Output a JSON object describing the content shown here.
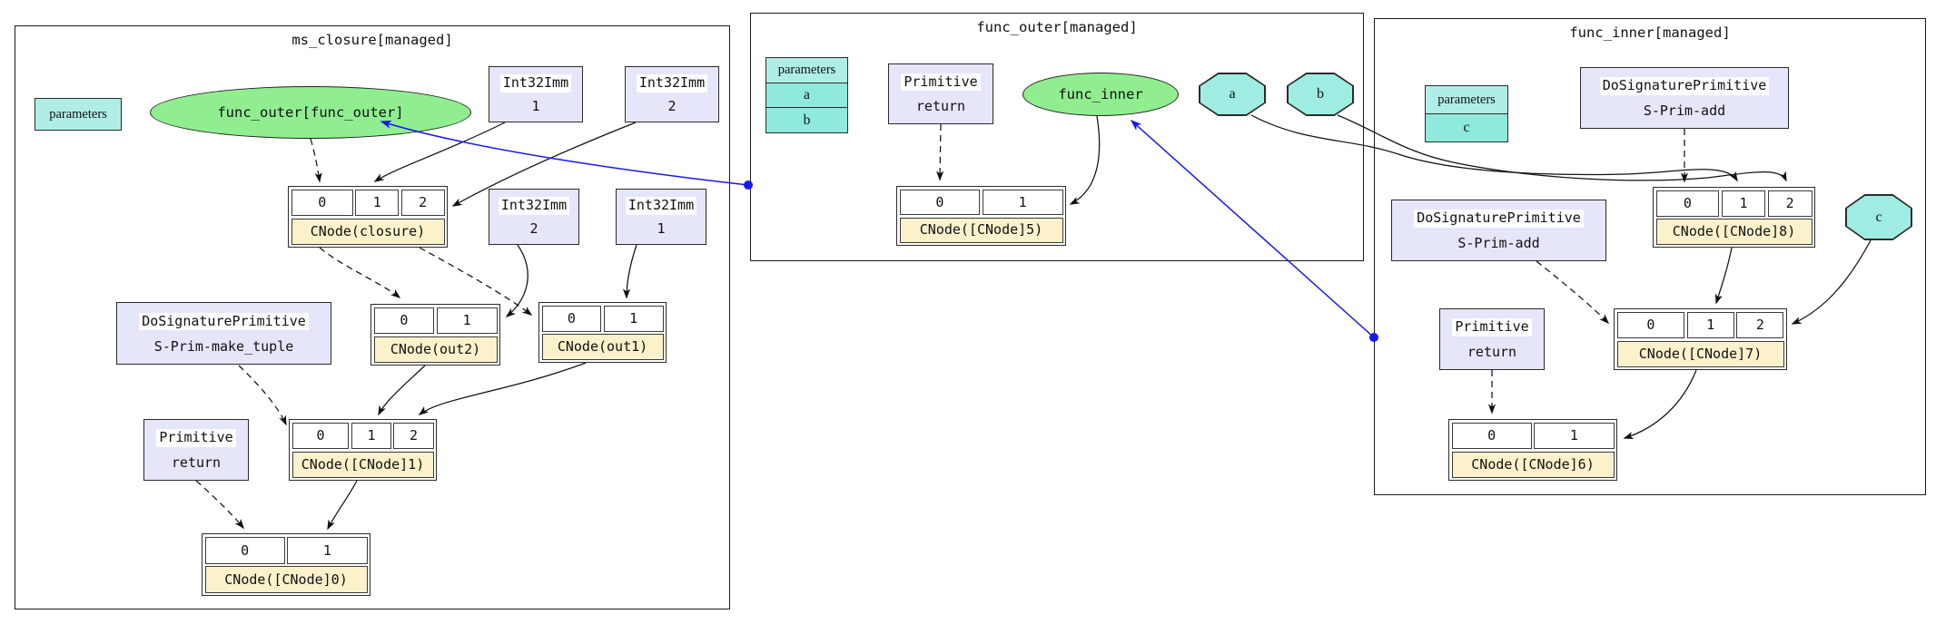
{
  "clusters": [
    {
      "id": "ms_closure",
      "title": "ms_closure[managed]"
    },
    {
      "id": "func_outer",
      "title": "func_outer[managed]"
    },
    {
      "id": "func_inner",
      "title": "func_inner[managed]"
    }
  ],
  "colors": {
    "function_ellipse": "#90EE90",
    "primitive_box": "#E6E6FA",
    "parameter_octagon": "#9FEDE2",
    "parameters_header": "#AFEEE6",
    "parameters_row": "#8FE9DC",
    "record_label_bg": "#FBF2CC",
    "edge_black": "#111111",
    "edge_blue": "#1717EF"
  },
  "nodes": [
    {
      "id": "params_ms",
      "cluster": "ms_closure",
      "kind": "params",
      "rows": [
        "parameters"
      ]
    },
    {
      "id": "ell_fo",
      "cluster": "ms_closure",
      "kind": "ellipse",
      "label": "func_outer[func_outer]"
    },
    {
      "id": "imm1a",
      "cluster": "ms_closure",
      "kind": "box",
      "title": "Int32Imm",
      "value": "1"
    },
    {
      "id": "imm2a",
      "cluster": "ms_closure",
      "kind": "box",
      "title": "Int32Imm",
      "value": "2"
    },
    {
      "id": "closure",
      "cluster": "ms_closure",
      "kind": "record",
      "cells": [
        "0",
        "1",
        "2"
      ],
      "label": "CNode(closure)"
    },
    {
      "id": "imm2b",
      "cluster": "ms_closure",
      "kind": "box",
      "title": "Int32Imm",
      "value": "2"
    },
    {
      "id": "imm1b",
      "cluster": "ms_closure",
      "kind": "box",
      "title": "Int32Imm",
      "value": "1"
    },
    {
      "id": "maketuple",
      "cluster": "ms_closure",
      "kind": "box",
      "title": "DoSignaturePrimitive",
      "value": "S-Prim-make_tuple"
    },
    {
      "id": "out2",
      "cluster": "ms_closure",
      "kind": "record",
      "cells": [
        "0",
        "1"
      ],
      "label": "CNode(out2)"
    },
    {
      "id": "out1",
      "cluster": "ms_closure",
      "kind": "record",
      "cells": [
        "0",
        "1"
      ],
      "label": "CNode(out1)"
    },
    {
      "id": "ret_ms",
      "cluster": "ms_closure",
      "kind": "box",
      "title": "Primitive",
      "value": "return"
    },
    {
      "id": "c1",
      "cluster": "ms_closure",
      "kind": "record",
      "cells": [
        "0",
        "1",
        "2"
      ],
      "label": "CNode([CNode]1)"
    },
    {
      "id": "c0",
      "cluster": "ms_closure",
      "kind": "record",
      "cells": [
        "0",
        "1"
      ],
      "label": "CNode([CNode]0)"
    },
    {
      "id": "params_fo",
      "cluster": "func_outer",
      "kind": "params",
      "rows": [
        "parameters",
        "a",
        "b"
      ]
    },
    {
      "id": "ret_fo",
      "cluster": "func_outer",
      "kind": "box",
      "title": "Primitive",
      "value": "return"
    },
    {
      "id": "ell_fi",
      "cluster": "func_outer",
      "kind": "ellipse",
      "label": "func_inner"
    },
    {
      "id": "oct_a",
      "cluster": "func_outer",
      "kind": "octagon",
      "label": "a"
    },
    {
      "id": "oct_b",
      "cluster": "func_outer",
      "kind": "octagon",
      "label": "b"
    },
    {
      "id": "c5",
      "cluster": "func_outer",
      "kind": "record",
      "cells": [
        "0",
        "1"
      ],
      "label": "CNode([CNode]5)"
    },
    {
      "id": "params_fi",
      "cluster": "func_inner",
      "kind": "params",
      "rows": [
        "parameters",
        "c"
      ]
    },
    {
      "id": "add1",
      "cluster": "func_inner",
      "kind": "box",
      "title": "DoSignaturePrimitive",
      "value": "S-Prim-add"
    },
    {
      "id": "c8",
      "cluster": "func_inner",
      "kind": "record",
      "cells": [
        "0",
        "1",
        "2"
      ],
      "label": "CNode([CNode]8)"
    },
    {
      "id": "oct_c",
      "cluster": "func_inner",
      "kind": "octagon",
      "label": "c"
    },
    {
      "id": "add2",
      "cluster": "func_inner",
      "kind": "box",
      "title": "DoSignaturePrimitive",
      "value": "S-Prim-add"
    },
    {
      "id": "ret_fi",
      "cluster": "func_inner",
      "kind": "box",
      "title": "Primitive",
      "value": "return"
    },
    {
      "id": "c7",
      "cluster": "func_inner",
      "kind": "record",
      "cells": [
        "0",
        "1",
        "2"
      ],
      "label": "CNode([CNode]7)"
    },
    {
      "id": "c6",
      "cluster": "func_inner",
      "kind": "record",
      "cells": [
        "0",
        "1"
      ],
      "label": "CNode([CNode]6)"
    }
  ],
  "edges": [
    {
      "from": "ell_fo",
      "to": "closure.0",
      "style": "dashed",
      "color": "black"
    },
    {
      "from": "imm1a",
      "to": "closure.1",
      "style": "solid",
      "color": "black"
    },
    {
      "from": "imm2a",
      "to": "closure.2",
      "style": "solid",
      "color": "black"
    },
    {
      "from": "closure",
      "to": "out2.0",
      "style": "dashed",
      "color": "black"
    },
    {
      "from": "closure",
      "to": "out1.0",
      "style": "dashed",
      "color": "black"
    },
    {
      "from": "imm2b",
      "to": "out2.1",
      "style": "solid",
      "color": "black"
    },
    {
      "from": "imm1b",
      "to": "out1.1",
      "style": "solid",
      "color": "black"
    },
    {
      "from": "maketuple",
      "to": "c1.0",
      "style": "dashed",
      "color": "black"
    },
    {
      "from": "out2",
      "to": "c1.1",
      "style": "solid",
      "color": "black"
    },
    {
      "from": "out1",
      "to": "c1.2",
      "style": "solid",
      "color": "black"
    },
    {
      "from": "ret_ms",
      "to": "c0.0",
      "style": "dashed",
      "color": "black"
    },
    {
      "from": "c1",
      "to": "c0.1",
      "style": "solid",
      "color": "black"
    },
    {
      "from": "ret_fo",
      "to": "c5.0",
      "style": "dashed",
      "color": "black"
    },
    {
      "from": "ell_fi",
      "to": "c5.1",
      "style": "solid",
      "color": "black"
    },
    {
      "from": "oct_a",
      "to": "c8.1",
      "style": "solid",
      "color": "black"
    },
    {
      "from": "oct_b",
      "to": "c8.2",
      "style": "solid",
      "color": "black"
    },
    {
      "from": "add1",
      "to": "c8.0",
      "style": "dashed",
      "color": "black"
    },
    {
      "from": "c8",
      "to": "c7.1",
      "style": "solid",
      "color": "black"
    },
    {
      "from": "oct_c",
      "to": "c7.2",
      "style": "solid",
      "color": "black"
    },
    {
      "from": "add2",
      "to": "c7.0",
      "style": "dashed",
      "color": "black"
    },
    {
      "from": "ret_fi",
      "to": "c6.0",
      "style": "dashed",
      "color": "black"
    },
    {
      "from": "c7",
      "to": "c6.1",
      "style": "solid",
      "color": "black"
    },
    {
      "from": "cluster_func_outer",
      "to": "ell_fo",
      "style": "solid",
      "color": "blue"
    },
    {
      "from": "cluster_func_inner",
      "to": "ell_fi",
      "style": "solid",
      "color": "blue"
    }
  ]
}
